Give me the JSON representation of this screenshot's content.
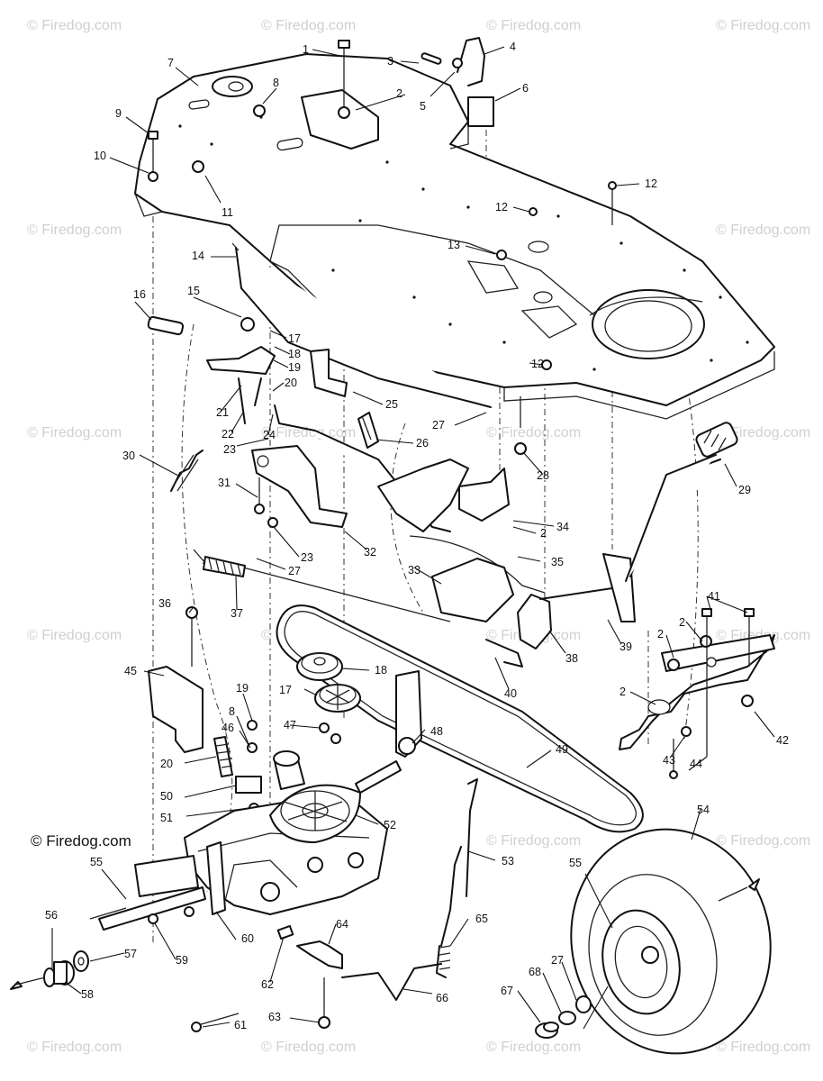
{
  "watermark": "© Firedog.com",
  "copyright": "© Firedog.com",
  "callouts": [
    "1",
    "2",
    "3",
    "4",
    "5",
    "6",
    "7",
    "8",
    "9",
    "10",
    "11",
    "12",
    "12",
    "13",
    "12",
    "14",
    "15",
    "16",
    "17",
    "18",
    "19",
    "20",
    "21",
    "22",
    "23",
    "24",
    "25",
    "26",
    "27",
    "28",
    "2",
    "29",
    "30",
    "31",
    "23",
    "32",
    "27",
    "33",
    "34",
    "35",
    "36",
    "37",
    "38",
    "39",
    "40",
    "41",
    "2",
    "2",
    "2",
    "42",
    "43",
    "44",
    "45",
    "17",
    "18",
    "19",
    "8",
    "46",
    "47",
    "48",
    "49",
    "20",
    "50",
    "51",
    "52",
    "53",
    "54",
    "55",
    "55",
    "56",
    "57",
    "58",
    "59",
    "60",
    "61",
    "62",
    "63",
    "64",
    "65",
    "66",
    "67",
    "68",
    "27"
  ]
}
